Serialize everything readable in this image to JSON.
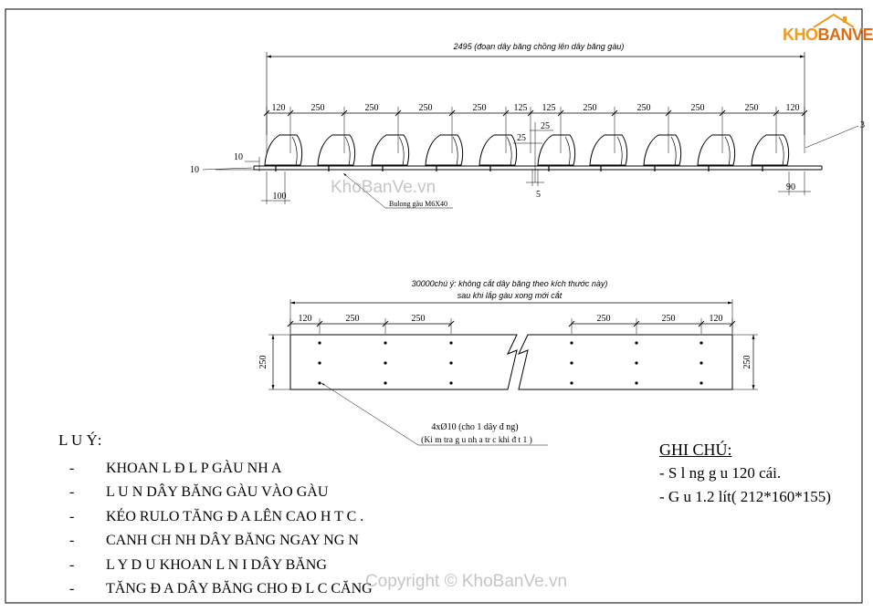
{
  "top_drawing": {
    "overall_dim": "2495 (đoạn dây băng chồng lên dây băng gàu)",
    "spacing_dims": [
      "120",
      "250",
      "250",
      "250",
      "250",
      "125",
      "125",
      "250",
      "250",
      "250",
      "250",
      "120"
    ],
    "left_thickness_outer": "10",
    "left_thickness_inner": "10",
    "bottom_left_dim": "100",
    "bottom_right_dim": "90",
    "right_end_dim": "3",
    "joint_dim_a": "25",
    "joint_dim_b": "25",
    "joint_gap_dim": "5",
    "bolt_label": "Bulong gàu M6X40"
  },
  "bottom_drawing": {
    "note_line1": "30000chú ý: không cắt dây băng theo kích thước này)",
    "note_line2": "sau khi lắp gàu xong mới cắt",
    "left_dims": [
      "120",
      "250",
      "250"
    ],
    "right_dims": [
      "250",
      "250",
      "120"
    ],
    "height_left": "250",
    "height_right": "250",
    "hole_label_line1": "4xØ10 (cho 1 dây đ ng)",
    "hole_label_line2": "(Ki m tra g u nh a tr   c khi đ t 1 )"
  },
  "notes": {
    "title": "L  U Ý:",
    "items": [
      {
        "dash": "-",
        "text": "KHOAN L   Đ  L P GÀU NH  A"
      },
      {
        "dash": "-",
        "text": "L U  N DÂY BĂNG GÀU VÀO GÀU"
      },
      {
        "dash": "-",
        "text": "KÉO RULO TĂNG Đ  A LÊN CAO H T C  ."
      },
      {
        "dash": "-",
        "text": "CANH CH NH DÂY BĂNG NGAY NG N"
      },
      {
        "dash": "-",
        "text": "L Y D U KHOAN L   N I DÂY BĂNG"
      },
      {
        "dash": "-",
        "text": "TĂNG Đ  A DÂY BĂNG CHO Đ   L  C CĂNG"
      }
    ]
  },
  "ghichu": {
    "title": "GHI CHÚ:",
    "items": [
      "- S  l    ng g  u 120 cái.",
      "- G  u 1.2 lít( 212*160*155)"
    ]
  },
  "logo": {
    "part1": "KHO",
    "part2": "BANVE"
  },
  "watermarks": {
    "center": "KhoBanVe.vn",
    "bottom": "Copyright © KhoBanVe.vn"
  },
  "colors": {
    "ink": "#000000",
    "logo_orange": "#f29a1a",
    "logo_dark_orange": "#e06c12",
    "watermark": "#969696"
  }
}
